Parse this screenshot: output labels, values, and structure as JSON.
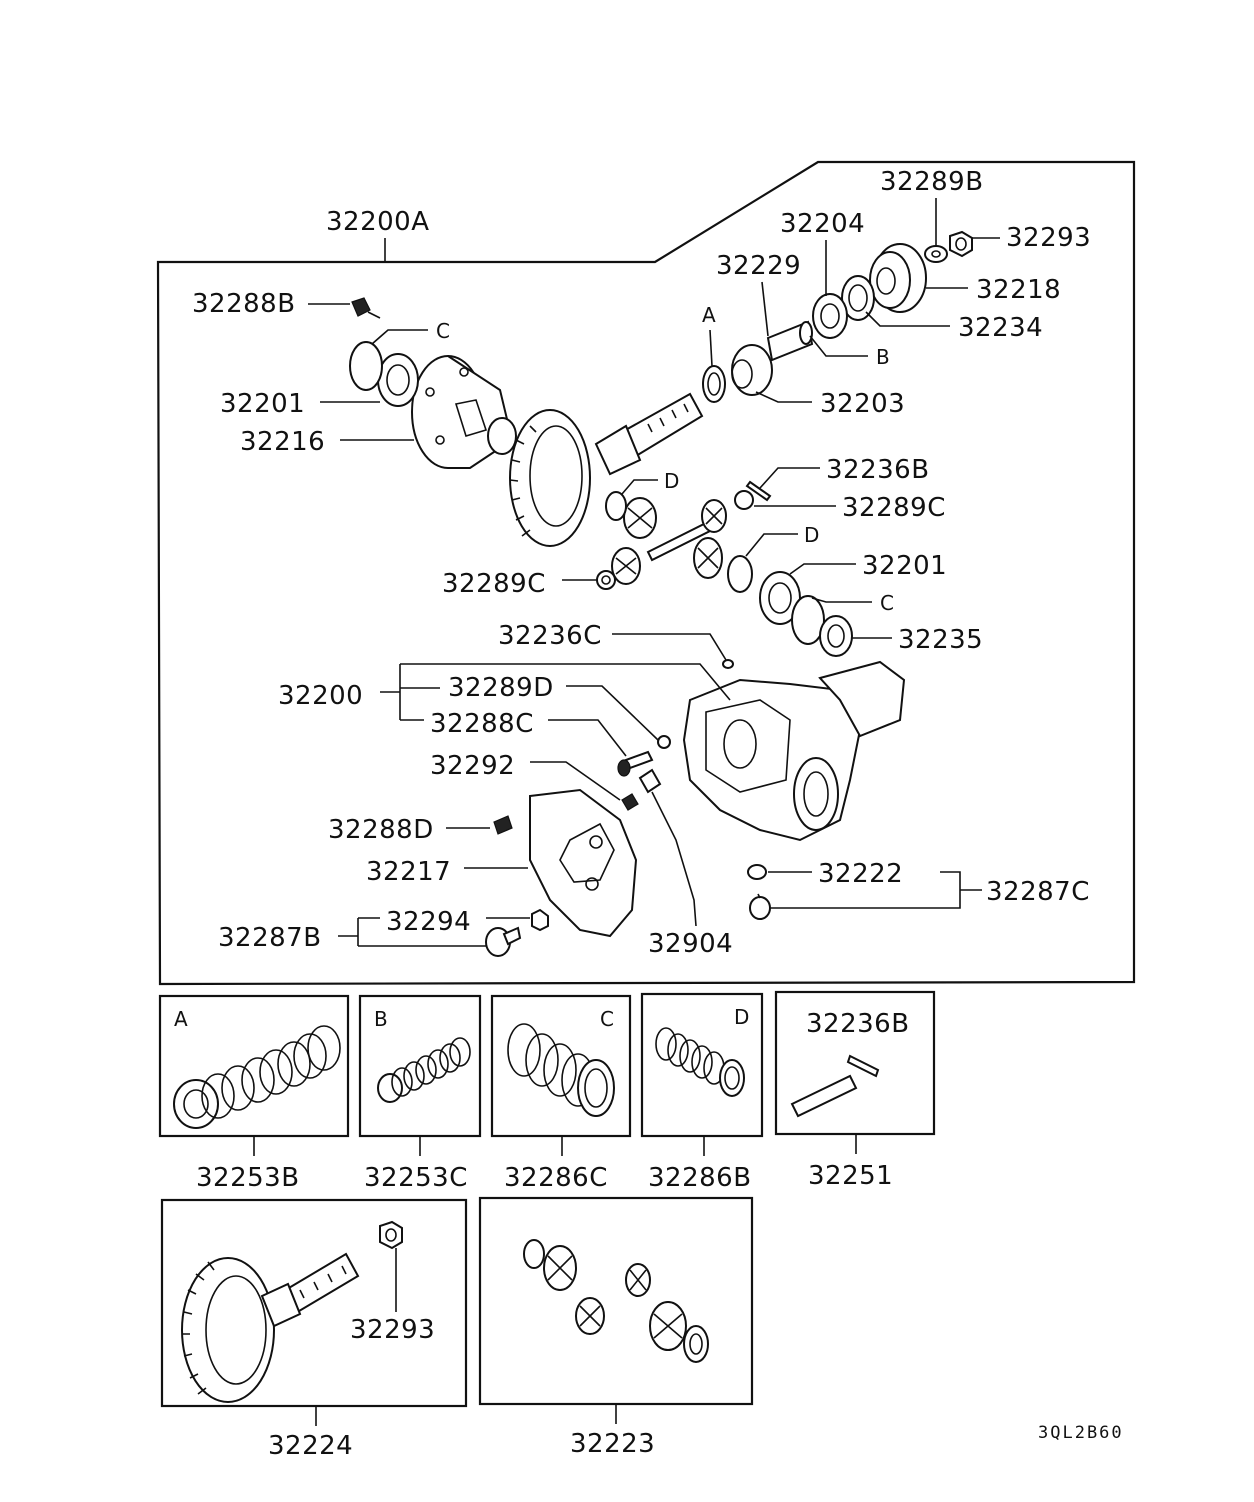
{
  "diagram_code": "3QL2B60",
  "main_assembly": {
    "assembly_label": "32200A",
    "parts": {
      "p32289B": "32289B",
      "p32204": "32204",
      "p32293": "32293",
      "p32229": "32229",
      "p32218": "32218",
      "p32234": "32234",
      "p32288B": "32288B",
      "refC_top": "C",
      "refA": "A",
      "refB": "B",
      "p32201_left": "32201",
      "p32203": "32203",
      "p32216": "32216",
      "p32236B": "32236B",
      "refD_left": "D",
      "p32289C_right": "32289C",
      "refD_right": "D",
      "p32201_right": "32201",
      "p32289C_left": "32289C",
      "refC_right": "C",
      "p32235": "32235",
      "p32236C": "32236C",
      "p32200": "32200",
      "p32289D": "32289D",
      "p32288C": "32288C",
      "p32292": "32292",
      "p32288D": "32288D",
      "p32217": "32217",
      "p32222": "32222",
      "p32287C": "32287C",
      "p32294": "32294",
      "p32287B": "32287B",
      "p32904": "32904"
    }
  },
  "kits": [
    {
      "ref": "A",
      "part_number": "32253B"
    },
    {
      "ref": "B",
      "part_number": "32253C"
    },
    {
      "ref": "C",
      "part_number": "32286C"
    },
    {
      "ref": "D",
      "part_number": "32286B"
    },
    {
      "inner_label": "32236B",
      "part_number": "32251"
    }
  ],
  "sets": [
    {
      "part_number": "32224",
      "inner_label": "32293"
    },
    {
      "part_number": "32223"
    }
  ]
}
